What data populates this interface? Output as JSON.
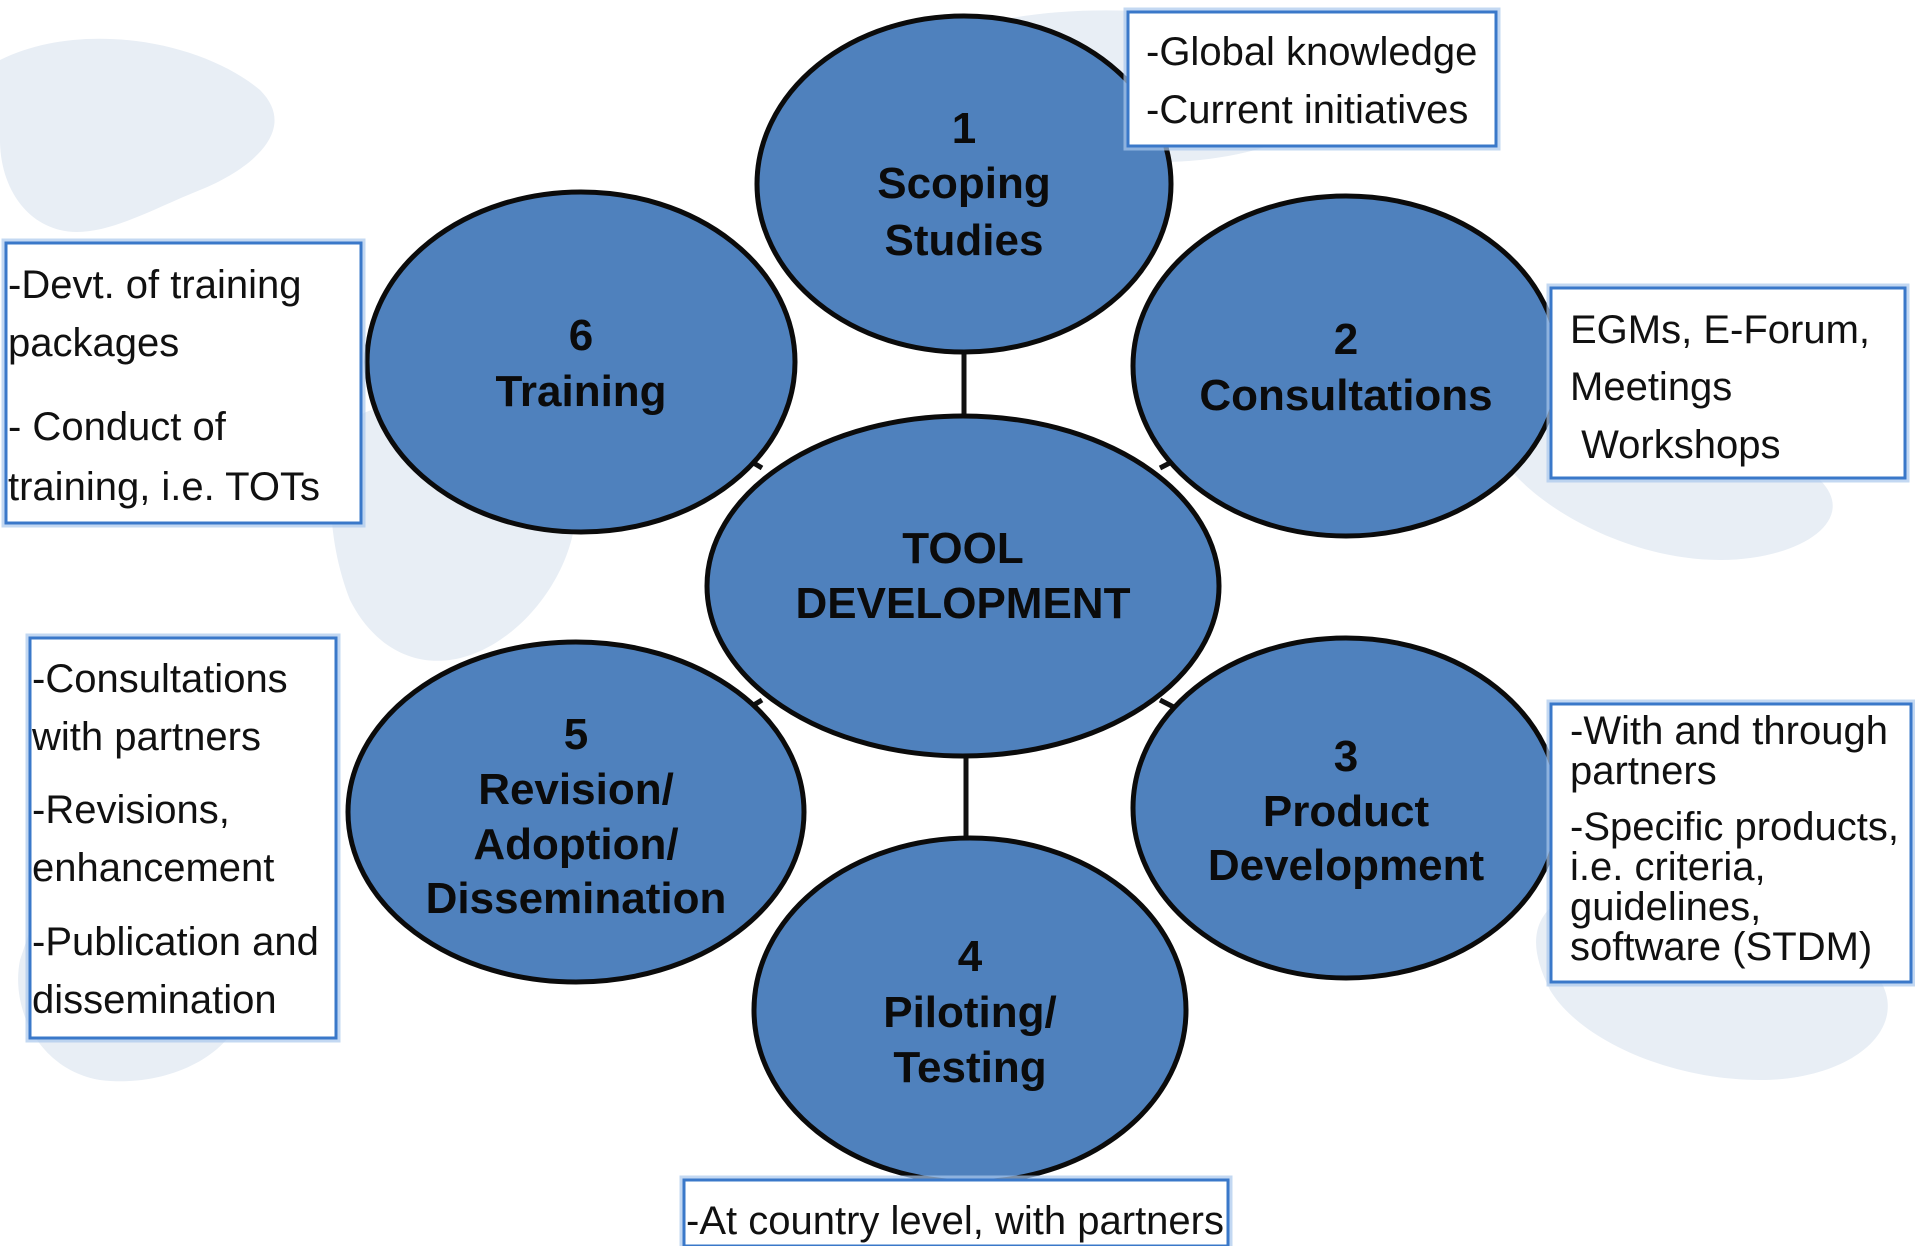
{
  "nodes": {
    "center": {
      "line1": "TOOL",
      "line2": "DEVELOPMENT"
    },
    "n1": {
      "num": "1",
      "line1": "Scoping",
      "line2": "Studies"
    },
    "n2": {
      "num": "2",
      "line1": "Consultations"
    },
    "n3": {
      "num": "3",
      "line1": "Product",
      "line2": "Development"
    },
    "n4": {
      "num": "4",
      "line1": "Piloting/",
      "line2": "Testing"
    },
    "n5": {
      "num": "5",
      "line1": "Revision/",
      "line2": "Adoption/",
      "line3": "Dissemination"
    },
    "n6": {
      "num": "6",
      "line1": "Training"
    }
  },
  "notes": {
    "n1": [
      "-Global knowledge",
      "-Current initiatives"
    ],
    "n2": [
      "EGMs, E-Forum,",
      "Meetings",
      " Workshops"
    ],
    "n3": [
      "-With and through",
      "partners",
      "-Specific products,",
      "i.e. criteria,",
      "guidelines,",
      "software (STDM)"
    ],
    "n4": [
      "-At country level, with partners"
    ],
    "n5": [
      "-Consultations",
      "with partners",
      "-Revisions,",
      "enhancement",
      "-Publication and",
      "dissemination"
    ],
    "n6": [
      "-Devt. of training",
      "packages",
      "- Conduct of",
      "training, i.e. TOTs"
    ]
  },
  "colors": {
    "node_fill": "#4f81bd",
    "outline": "#0b0b0b",
    "box_border": "#3a78c9"
  }
}
